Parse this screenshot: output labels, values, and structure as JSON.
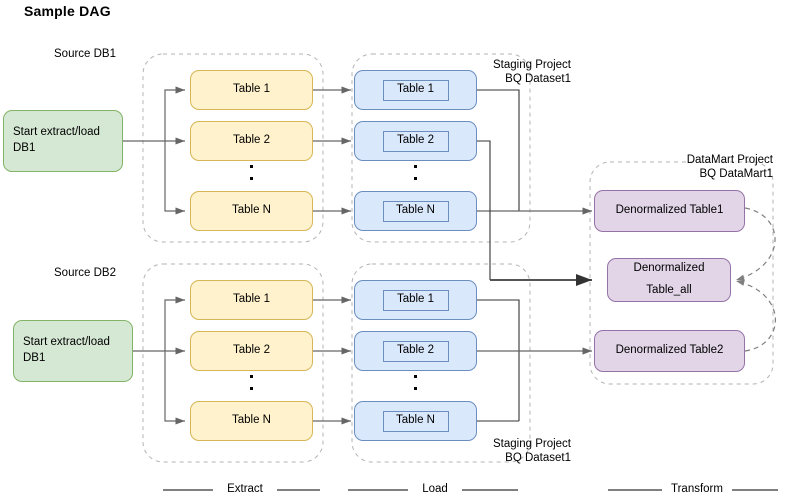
{
  "title": "Sample DAG",
  "palette": {
    "green_fill": "#d5e8d4",
    "green_stroke": "#82b366",
    "yellow_fill": "#fff2cc",
    "yellow_stroke": "#d6b656",
    "blue_fill": "#dae8fc",
    "blue_stroke": "#6c8ebf",
    "purple_fill": "#e1d5e7",
    "purple_stroke": "#9673a6",
    "edge": "#666666",
    "group_stroke": "#b3b3b3"
  },
  "groups": {
    "source_db1_label": "Source DB1",
    "source_db2_label": "Source DB2",
    "staging_top_label": "Staging Project\nBQ Dataset1",
    "staging_bottom_label": "Staging Project\nBQ Dataset1",
    "datamart_label": "DataMart Project\nBQ DataMart1"
  },
  "start_nodes": [
    {
      "label": "Start extract/load DB1"
    },
    {
      "label": "Start extract/load DB1"
    }
  ],
  "extract_top": [
    {
      "label": "Table 1"
    },
    {
      "label": "Table 2"
    },
    {
      "label": "Table N"
    }
  ],
  "extract_bottom": [
    {
      "label": "Table 1"
    },
    {
      "label": "Table 2"
    },
    {
      "label": "Table N"
    }
  ],
  "load_top": [
    {
      "label": "Table 1"
    },
    {
      "label": "Table 2"
    },
    {
      "label": "Table N"
    }
  ],
  "load_bottom": [
    {
      "label": "Table 1"
    },
    {
      "label": "Table 2"
    },
    {
      "label": "Table N"
    }
  ],
  "datamart": [
    {
      "label": "Denormalized Table1"
    },
    {
      "label_line1": "Denormalized",
      "label_line2": "Table_all"
    },
    {
      "label": "Denormalized Table2"
    }
  ],
  "phases": [
    {
      "label": "Extract"
    },
    {
      "label": "Load"
    },
    {
      "label": "Transform"
    }
  ]
}
